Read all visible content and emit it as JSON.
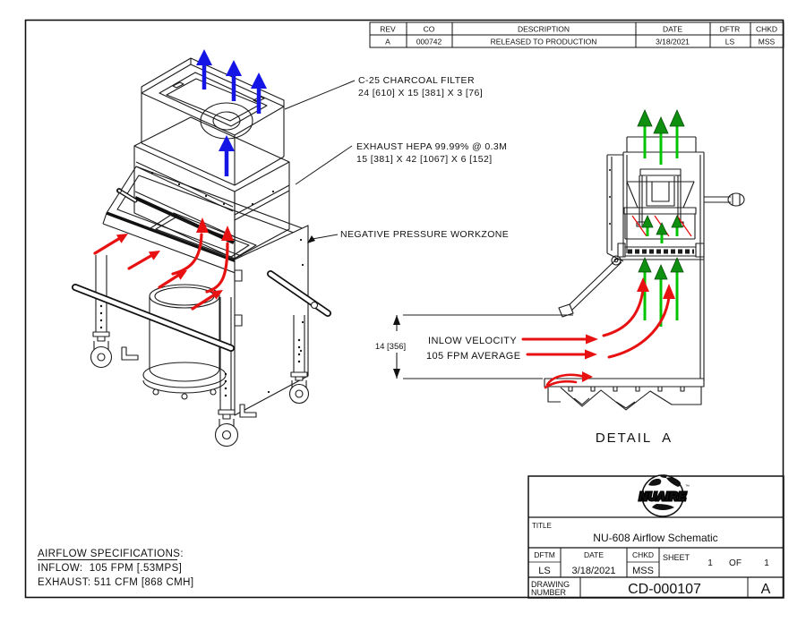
{
  "revision_table": {
    "headers": [
      "REV",
      "CO",
      "DESCRIPTION",
      "DATE",
      "DFTR",
      "CHKD"
    ],
    "row": [
      "A",
      "000742",
      "RELEASED TO PRODUCTION",
      "3/18/2021",
      "LS",
      "MSS"
    ]
  },
  "callouts": {
    "charcoal": {
      "line1": "C-25 CHARCOAL FILTER",
      "line2": "24 [610] X 15 [381] X 3 [76]"
    },
    "hepa": {
      "line1": "EXHAUST HEPA 99.99% @ 0.3M",
      "line2": "15 [381] X 42 [1067] X 6 [152]"
    },
    "workzone": "NEGATIVE PRESSURE WORKZONE"
  },
  "detail": {
    "inflow_line1": "INLOW VELOCITY",
    "inflow_line2": "105 FPM AVERAGE",
    "dimension": "14 [356]",
    "label": "DETAIL  A"
  },
  "specs": {
    "heading": "AIRFLOW SPECIFICATIONS:",
    "inflow": "INFLOW:  105 FPM [.53MPS]",
    "exhaust": "EXHAUST: 511 CFM [868 CMH]"
  },
  "title_block": {
    "logo_text": "NUAIRE",
    "logo_tm": "™",
    "title_label": "TITLE",
    "title": "NU-608 Airflow Schematic",
    "dftm_label": "DFTM",
    "dftm": "LS",
    "date_label": "DATE",
    "date": "3/18/2021",
    "chkd_label": "CHKD",
    "chkd": "MSS",
    "sheet_label": "SHEET",
    "sheet_num": "1",
    "of_label": "OF",
    "sheet_total": "1",
    "drawing_label_1": "DRAWING",
    "drawing_label_2": "NUMBER",
    "drawing_number": "CD-000107",
    "revision": "A"
  },
  "colors": {
    "exhaust_arrow": "#1515e6",
    "inflow_arrow": "#e81111",
    "clean_exhaust_arrow": "#00c400",
    "line": "#1c1c1c"
  }
}
